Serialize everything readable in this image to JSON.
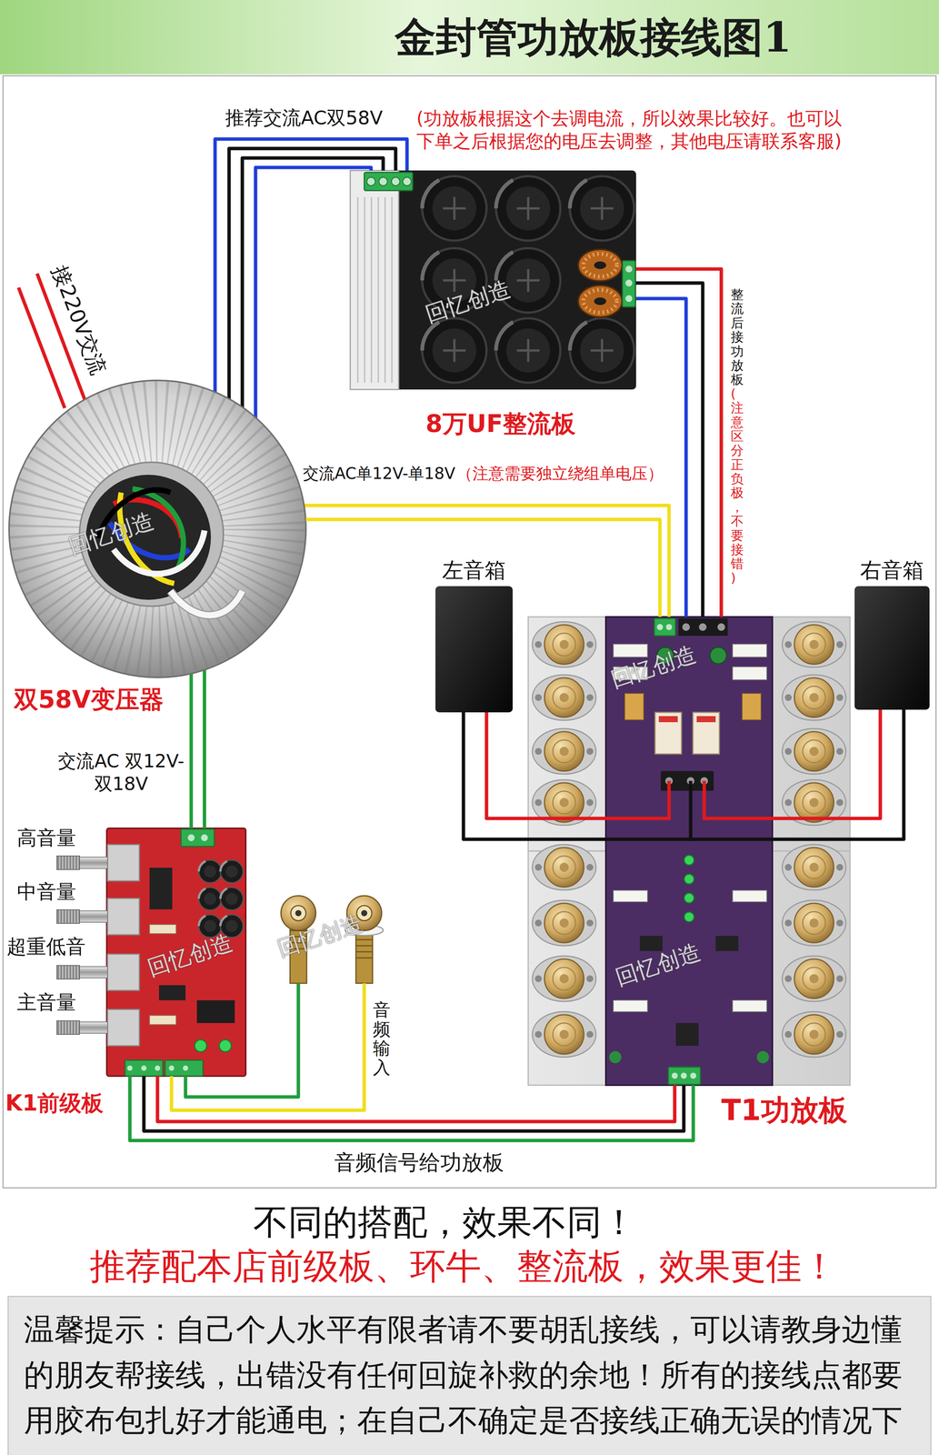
{
  "diagram": {
    "title": "金封管功放板接线图1",
    "nodes": [
      {
        "text": [
          "8万UF整流板"
        ]
      },
      {
        "text": [
          "双58V变压器"
        ]
      },
      {
        "text": [
          "左音箱"
        ]
      },
      {
        "text": [
          "右音箱"
        ]
      },
      {
        "text": [
          "T1功放板"
        ]
      },
      {
        "text": [
          "K1前级板"
        ]
      },
      {
        "text": [
          "音频输入"
        ]
      },
      {
        "text": [
          "温馨提示：自己个人水平有限者请不要胡乱接线，可以请教身边懂 的朋友帮接线，出错没有任何回旋补救的余地！所有的接线点都要 用胶布包扎好才能通电；在自己不确定是否接线正确无误的情况下"
        ]
      }
    ],
    "edges": [
      {
        "from": 1,
        "to": 0,
        "label": "推荐交流AC双58V",
        "arrow": "none"
      },
      {
        "from": 0,
        "to": 4,
        "label": "整流后接功放板",
        "arrow": "none"
      },
      {
        "from": 1,
        "to": 4,
        "label": "交流AC单12V-单18V",
        "arrow": "none"
      },
      {
        "from": 4,
        "to": 2,
        "arrow": "none"
      },
      {
        "from": 4,
        "to": 3,
        "arrow": "none"
      },
      {
        "from": 1,
        "to": 5,
        "label": "交流AC 双12V-双18V",
        "arrow": "none"
      },
      {
        "from": 6,
        "to": 5,
        "arrow": "none"
      },
      {
        "from": 5,
        "to": 4,
        "label": "音频信号给功放板",
        "arrow": "none"
      }
    ],
    "labels": [
      "接220V交流",
      "(功放板根据这个去调电流，所以效果比较好。也可以 下单之后根据您的电压去调整，其他电压请联系客服)",
      "(注意区分正负极，不要接错)",
      "（注意需要独立绕组单电压）",
      "高音量",
      "中音量",
      "超重低音",
      "主音量",
      "回忆创造",
      "回忆创造",
      "回忆创造",
      "回忆创造",
      "回忆创造",
      "回忆创造",
      "不同的搭配，效果不同！",
      "推荐配本店前级板、环牛、整流板，效果更佳！"
    ]
  }
}
